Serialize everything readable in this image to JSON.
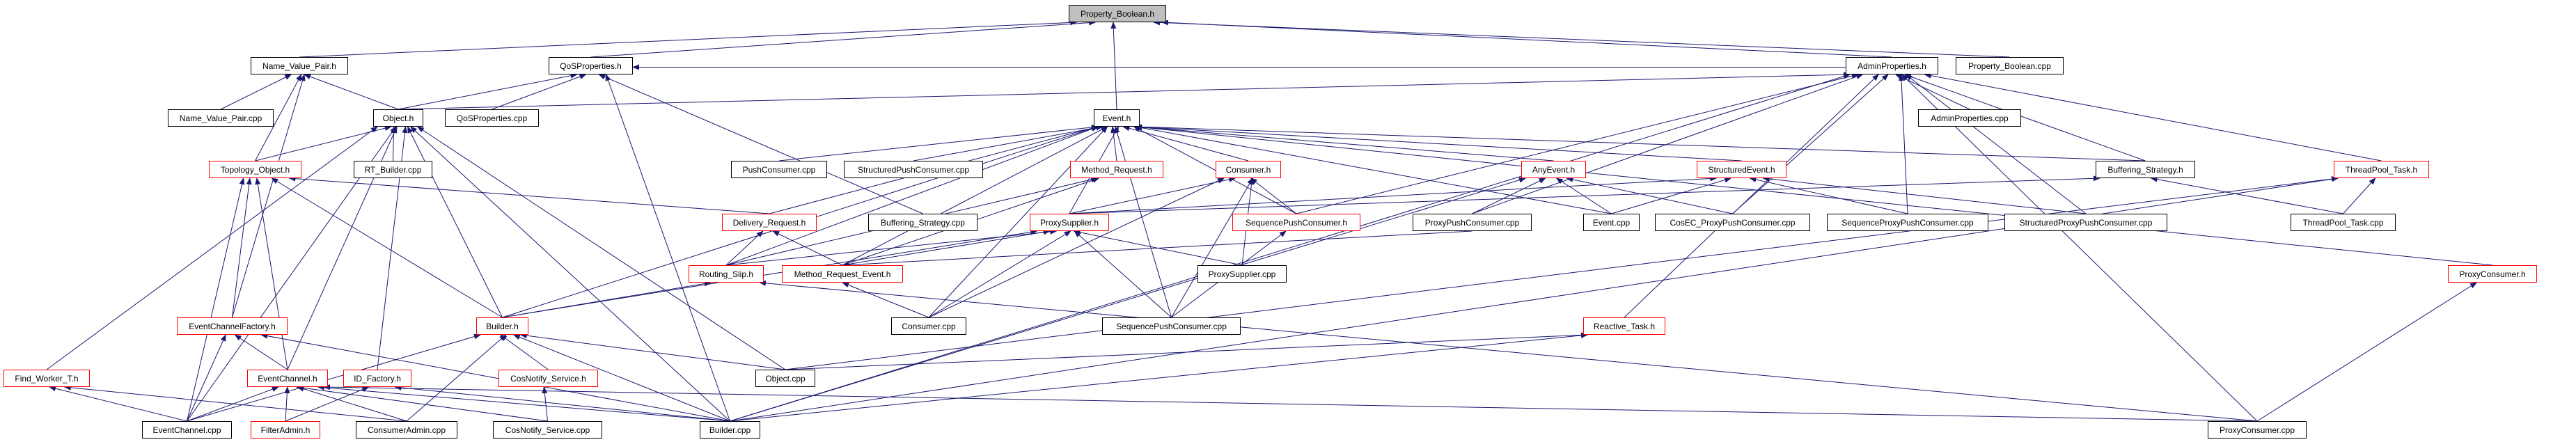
{
  "colors": {
    "edge": "#191970",
    "truncated_border": "#ff0000",
    "normal_border": "#000000",
    "root_fill": "#bfbfbf"
  },
  "nodes": [
    {
      "label": "Property_Boolean.h",
      "style": "root"
    },
    {
      "label": "Name_Value_Pair.h",
      "style": "black"
    },
    {
      "label": "QoSProperties.h",
      "style": "black"
    },
    {
      "label": "AdminProperties.h",
      "style": "black"
    },
    {
      "label": "Property_Boolean.cpp",
      "style": "black"
    },
    {
      "label": "Name_Value_Pair.cpp",
      "style": "black"
    },
    {
      "label": "Object.h",
      "style": "black"
    },
    {
      "label": "QoSProperties.cpp",
      "style": "black"
    },
    {
      "label": "Event.h",
      "style": "black"
    },
    {
      "label": "AdminProperties.cpp",
      "style": "black"
    },
    {
      "label": "Topology_Object.h",
      "style": "red"
    },
    {
      "label": "RT_Builder.cpp",
      "style": "black"
    },
    {
      "label": "PushConsumer.cpp",
      "style": "black"
    },
    {
      "label": "StructuredPushConsumer.cpp",
      "style": "black"
    },
    {
      "label": "Method_Request.h",
      "style": "red"
    },
    {
      "label": "Consumer.h",
      "style": "red"
    },
    {
      "label": "AnyEvent.h",
      "style": "red"
    },
    {
      "label": "StructuredEvent.h",
      "style": "red"
    },
    {
      "label": "Buffering_Strategy.h",
      "style": "black"
    },
    {
      "label": "ThreadPool_Task.h",
      "style": "red"
    },
    {
      "label": "Delivery_Request.h",
      "style": "red"
    },
    {
      "label": "Buffering_Strategy.cpp",
      "style": "black"
    },
    {
      "label": "ProxySupplier.h",
      "style": "red"
    },
    {
      "label": "SequencePushConsumer.h",
      "style": "red"
    },
    {
      "label": "ProxyPushConsumer.cpp",
      "style": "black"
    },
    {
      "label": "Event.cpp",
      "style": "black"
    },
    {
      "label": "CosEC_ProxyPushConsumer.cpp",
      "style": "black"
    },
    {
      "label": "SequenceProxyPushConsumer.cpp",
      "style": "black"
    },
    {
      "label": "StructuredProxyPushConsumer.cpp",
      "style": "black"
    },
    {
      "label": "ThreadPool_Task.cpp",
      "style": "black"
    },
    {
      "label": "Routing_Slip.h",
      "style": "red"
    },
    {
      "label": "Method_Request_Event.h",
      "style": "red"
    },
    {
      "label": "ProxySupplier.cpp",
      "style": "black"
    },
    {
      "label": "ProxyConsumer.h",
      "style": "red"
    },
    {
      "label": "EventChannelFactory.h",
      "style": "red"
    },
    {
      "label": "Builder.h",
      "style": "red"
    },
    {
      "label": "Consumer.cpp",
      "style": "black"
    },
    {
      "label": "SequencePushConsumer.cpp",
      "style": "black"
    },
    {
      "label": "Reactive_Task.h",
      "style": "red"
    },
    {
      "label": "Find_Worker_T.h",
      "style": "red"
    },
    {
      "label": "EventChannel.h",
      "style": "red"
    },
    {
      "label": "ID_Factory.h",
      "style": "red"
    },
    {
      "label": "CosNotify_Service.h",
      "style": "red"
    },
    {
      "label": "Object.cpp",
      "style": "black"
    },
    {
      "label": "EventChannel.cpp",
      "style": "black"
    },
    {
      "label": "FilterAdmin.h",
      "style": "red"
    },
    {
      "label": "ConsumerAdmin.cpp",
      "style": "black"
    },
    {
      "label": "CosNotify_Service.cpp",
      "style": "black"
    },
    {
      "label": "Builder.cpp",
      "style": "black"
    },
    {
      "label": "ProxyConsumer.cpp",
      "style": "black"
    }
  ],
  "edges": [
    [
      "Event.h",
      "Property_Boolean.h"
    ],
    [
      "Name_Value_Pair.h",
      "Property_Boolean.h"
    ],
    [
      "QoSProperties.h",
      "Property_Boolean.h"
    ],
    [
      "AdminProperties.h",
      "Property_Boolean.h"
    ],
    [
      "Property_Boolean.cpp",
      "Property_Boolean.h"
    ],
    [
      "Name_Value_Pair.cpp",
      "Name_Value_Pair.h"
    ],
    [
      "Object.h",
      "Name_Value_Pair.h"
    ],
    [
      "Topology_Object.h",
      "Name_Value_Pair.h"
    ],
    [
      "EventChannelFactory.h",
      "Name_Value_Pair.h"
    ],
    [
      "Object.h",
      "QoSProperties.h"
    ],
    [
      "QoSProperties.cpp",
      "QoSProperties.h"
    ],
    [
      "AdminProperties.h",
      "QoSProperties.h"
    ],
    [
      "Builder.cpp",
      "QoSProperties.h"
    ],
    [
      "Buffering_Strategy.cpp",
      "QoSProperties.h"
    ],
    [
      "Object.h",
      "AdminProperties.h"
    ],
    [
      "AdminProperties.cpp",
      "AdminProperties.h"
    ],
    [
      "CosEC_ProxyPushConsumer.cpp",
      "AdminProperties.h"
    ],
    [
      "SequenceProxyPushConsumer.cpp",
      "AdminProperties.h"
    ],
    [
      "ProxyPushConsumer.cpp",
      "AdminProperties.h"
    ],
    [
      "SequencePushConsumer.h",
      "AdminProperties.h"
    ],
    [
      "Buffering_Strategy.h",
      "AdminProperties.h"
    ],
    [
      "StructuredProxyPushConsumer.cpp",
      "AdminProperties.h"
    ],
    [
      "ThreadPool_Task.h",
      "AdminProperties.h"
    ],
    [
      "ProxyConsumer.cpp",
      "AdminProperties.h"
    ],
    [
      "Builder.cpp",
      "AdminProperties.h"
    ],
    [
      "Reactive_Task.h",
      "AdminProperties.h"
    ],
    [
      "RT_Builder.cpp",
      "Object.h"
    ],
    [
      "Topology_Object.h",
      "Object.h"
    ],
    [
      "EventChannel.h",
      "Object.h"
    ],
    [
      "ID_Factory.h",
      "Object.h"
    ],
    [
      "Find_Worker_T.h",
      "Object.h"
    ],
    [
      "Builder.cpp",
      "Object.h"
    ],
    [
      "Object.cpp",
      "Object.h"
    ],
    [
      "Builder.h",
      "Object.h"
    ],
    [
      "EventChannel.cpp",
      "Object.h"
    ],
    [
      "Method_Request.h",
      "Event.h"
    ],
    [
      "Consumer.h",
      "Event.h"
    ],
    [
      "ProxySupplier.h",
      "Event.h"
    ],
    [
      "SequencePushConsumer.h",
      "Event.h"
    ],
    [
      "PushConsumer.cpp",
      "Event.h"
    ],
    [
      "StructuredPushConsumer.cpp",
      "Event.h"
    ],
    [
      "AnyEvent.h",
      "Event.h"
    ],
    [
      "StructuredEvent.h",
      "Event.h"
    ],
    [
      "Event.cpp",
      "Event.h"
    ],
    [
      "ProxyConsumer.h",
      "Event.h"
    ],
    [
      "Delivery_Request.h",
      "Event.h"
    ],
    [
      "Routing_Slip.h",
      "Event.h"
    ],
    [
      "Method_Request_Event.h",
      "Event.h"
    ],
    [
      "Builder.h",
      "Event.h"
    ],
    [
      "Buffering_Strategy.h",
      "Event.h"
    ],
    [
      "SequencePushConsumer.cpp",
      "Event.h"
    ],
    [
      "Consumer.cpp",
      "Event.h"
    ],
    [
      "EventChannelFactory.h",
      "Topology_Object.h"
    ],
    [
      "EventChannel.h",
      "Topology_Object.h"
    ],
    [
      "Builder.h",
      "Topology_Object.h"
    ],
    [
      "Delivery_Request.h",
      "Topology_Object.h"
    ],
    [
      "EventChannel.cpp",
      "Topology_Object.h"
    ],
    [
      "Method_Request_Event.h",
      "Method_Request.h"
    ],
    [
      "Routing_Slip.h",
      "Method_Request.h"
    ],
    [
      "ProxySupplier.h",
      "Consumer.h"
    ],
    [
      "SequencePushConsumer.h",
      "Consumer.h"
    ],
    [
      "ProxySupplier.cpp",
      "Consumer.h"
    ],
    [
      "SequencePushConsumer.cpp",
      "Consumer.h"
    ],
    [
      "Consumer.cpp",
      "Consumer.h"
    ],
    [
      "ProxySupplier.cpp",
      "ProxySupplier.h"
    ],
    [
      "SequencePushConsumer.cpp",
      "ProxySupplier.h"
    ],
    [
      "Routing_Slip.h",
      "ProxySupplier.h"
    ],
    [
      "Consumer.cpp",
      "ProxySupplier.h"
    ],
    [
      "Method_Request_Event.h",
      "ProxySupplier.h"
    ],
    [
      "Builder.h",
      "ProxySupplier.h"
    ],
    [
      "SequencePushConsumer.cpp",
      "SequencePushConsumer.h"
    ],
    [
      "Routing_Slip.h",
      "Delivery_Request.h"
    ],
    [
      "Method_Request_Event.h",
      "Delivery_Request.h"
    ],
    [
      "Builder.h",
      "Routing_Slip.h"
    ],
    [
      "ProxyConsumer.cpp",
      "Routing_Slip.h"
    ],
    [
      "Consumer.cpp",
      "Method_Request_Event.h"
    ],
    [
      "ProxyPushConsumer.cpp",
      "Method_Request_Event.h"
    ],
    [
      "ProxyPushConsumer.cpp",
      "AnyEvent.h"
    ],
    [
      "Event.cpp",
      "AnyEvent.h"
    ],
    [
      "CosEC_ProxyPushConsumer.cpp",
      "AnyEvent.h"
    ],
    [
      "Builder.cpp",
      "AnyEvent.h"
    ],
    [
      "Event.cpp",
      "StructuredEvent.h"
    ],
    [
      "SequenceProxyPushConsumer.cpp",
      "StructuredEvent.h"
    ],
    [
      "StructuredProxyPushConsumer.cpp",
      "StructuredEvent.h"
    ],
    [
      "ProxySupplier.h",
      "StructuredEvent.h"
    ],
    [
      "ThreadPool_Task.cpp",
      "Buffering_Strategy.h"
    ],
    [
      "ProxySupplier.h",
      "Buffering_Strategy.h"
    ],
    [
      "ThreadPool_Task.cpp",
      "ThreadPool_Task.h"
    ],
    [
      "Builder.cpp",
      "ThreadPool_Task.h"
    ],
    [
      "Object.cpp",
      "ThreadPool_Task.h"
    ],
    [
      "ProxyConsumer.cpp",
      "ProxyConsumer.h"
    ],
    [
      "EventChannel.cpp",
      "EventChannelFactory.h"
    ],
    [
      "EventChannel.h",
      "EventChannelFactory.h"
    ],
    [
      "Builder.cpp",
      "EventChannelFactory.h"
    ],
    [
      "CosNotify_Service.h",
      "Builder.h"
    ],
    [
      "Builder.cpp",
      "Builder.h"
    ],
    [
      "Object.cpp",
      "Builder.h"
    ],
    [
      "ConsumerAdmin.cpp",
      "Builder.h"
    ],
    [
      "EventChannel.cpp",
      "Builder.h"
    ],
    [
      "EventChannel.cpp",
      "EventChannel.h"
    ],
    [
      "FilterAdmin.h",
      "EventChannel.h"
    ],
    [
      "ConsumerAdmin.cpp",
      "EventChannel.h"
    ],
    [
      "Builder.cpp",
      "EventChannel.h"
    ],
    [
      "ProxyConsumer.cpp",
      "EventChannel.h"
    ],
    [
      "CosNotify_Service.cpp",
      "EventChannel.h"
    ],
    [
      "FilterAdmin.h",
      "ID_Factory.h"
    ],
    [
      "Builder.cpp",
      "ID_Factory.h"
    ],
    [
      "EventChannel.cpp",
      "Find_Worker_T.h"
    ],
    [
      "ConsumerAdmin.cpp",
      "Find_Worker_T.h"
    ],
    [
      "CosNotify_Service.cpp",
      "CosNotify_Service.h"
    ],
    [
      "Builder.cpp",
      "Reactive_Task.h"
    ],
    [
      "Object.cpp",
      "Reactive_Task.h"
    ]
  ]
}
